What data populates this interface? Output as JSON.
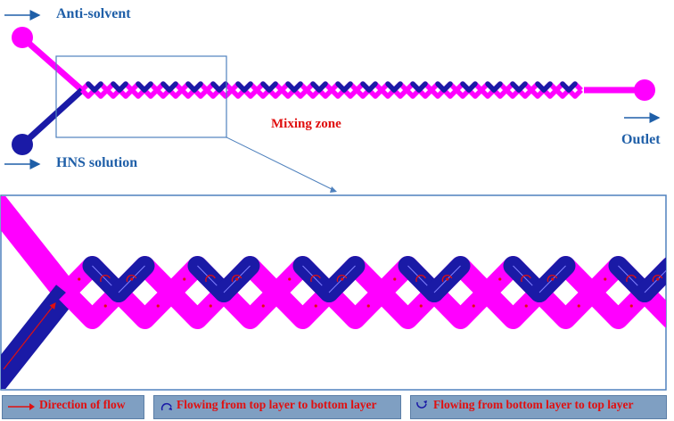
{
  "labels": {
    "anti_solvent": "Anti-solvent",
    "hns_solution": "HNS solution",
    "mixing_zone": "Mixing zone",
    "outlet": "Outlet"
  },
  "legend": {
    "direction": "Direction of flow",
    "top_to_bottom": "Flowing from top layer to bottom layer",
    "bottom_to_top": "Flowing from bottom layer to top layer"
  },
  "colors": {
    "top_layer": "#ff00ff",
    "bottom_layer": "#1a1aa6",
    "label_blue": "#1f5fa8",
    "mixing_red": "#e01010",
    "arrow_red": "#e01010",
    "legend_bg": "#7f9fc2"
  },
  "icons": {
    "flow_arrow": "arrow-right-icon",
    "top_to_bottom": "arc-down-icon",
    "bottom_to_top": "arc-up-icon"
  }
}
